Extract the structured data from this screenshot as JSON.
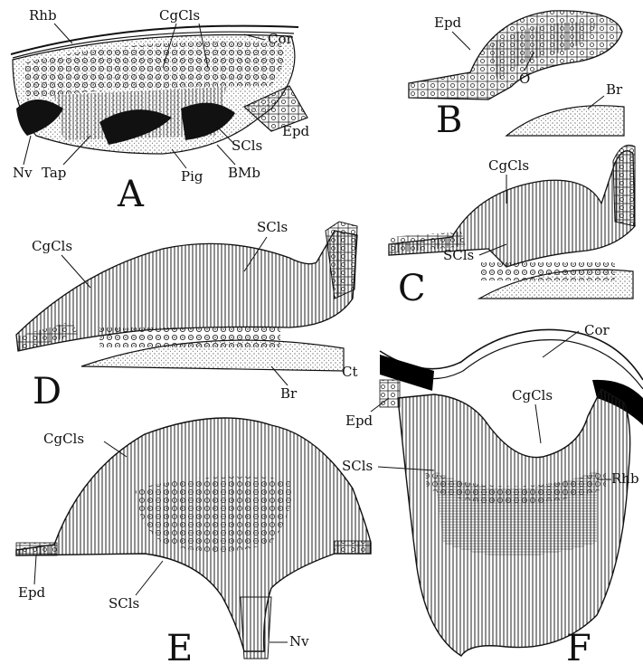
{
  "panels": {
    "A": {
      "letter": "A",
      "labels": {
        "rhb": "Rhb",
        "cgcls": "CgCls",
        "cor": "Cor",
        "epd": "Epd",
        "scls": "SCls",
        "nv": "Nv",
        "tap": "Tap",
        "pig": "Pig",
        "bmb": "BMb"
      }
    },
    "B": {
      "letter": "B",
      "labels": {
        "epd": "Epd",
        "o": "O",
        "br": "Br"
      }
    },
    "C": {
      "letter": "C",
      "labels": {
        "cgcls": "CgCls",
        "scls": "SCls"
      }
    },
    "D": {
      "letter": "D",
      "labels": {
        "cgcls": "CgCls",
        "scls": "SCls",
        "br": "Br"
      }
    },
    "E": {
      "letter": "E",
      "labels": {
        "cgcls": "CgCls",
        "epd": "Epd",
        "scls": "SCls",
        "nv": "Nv"
      }
    },
    "F": {
      "letter": "F",
      "labels": {
        "cor": "Cor",
        "ct": "Ct",
        "epd": "Epd",
        "cgcls": "CgCls",
        "scls": "SCls",
        "rhb": "Rhb"
      }
    }
  }
}
